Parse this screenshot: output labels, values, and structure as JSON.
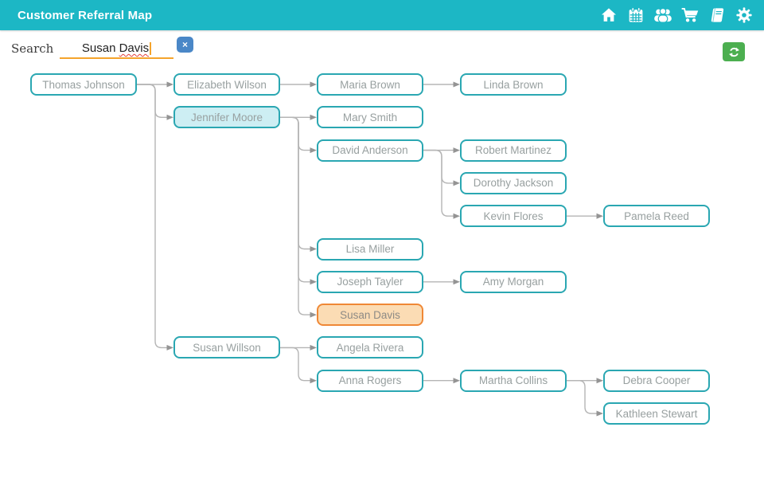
{
  "header": {
    "title": "Customer Referral Map",
    "icons": [
      "home",
      "calendar",
      "users",
      "cart",
      "book",
      "gear"
    ]
  },
  "toolbar": {
    "search_label": "Search",
    "search_value": "Susan Davis",
    "search_value_normal": "Susan ",
    "search_value_misspelled": "Davis",
    "clear_button_glyph": "×"
  },
  "colors": {
    "header_bg": "#1cb7c5",
    "node_border": "#2aa7b2",
    "node_text": "#98a0a0",
    "selected_fill": "#cdeef3",
    "highlight_border": "#ef8836",
    "highlight_fill": "#fbdcb4",
    "connector": "#b5b5b5",
    "search_underline": "#f5a42c",
    "clear_button_bg": "#4a87c7",
    "refresh_button_bg": "#4caf50"
  },
  "tree": {
    "nodes": [
      {
        "id": "thomas-johnson",
        "label": "Thomas Johnson",
        "col": 0,
        "row": 0,
        "state": "default"
      },
      {
        "id": "elizabeth-wilson",
        "label": "Elizabeth Wilson",
        "col": 1,
        "row": 0,
        "state": "default"
      },
      {
        "id": "maria-brown",
        "label": "Maria Brown",
        "col": 2,
        "row": 0,
        "state": "default"
      },
      {
        "id": "linda-brown",
        "label": "Linda Brown",
        "col": 3,
        "row": 0,
        "state": "default"
      },
      {
        "id": "jennifer-moore",
        "label": "Jennifer Moore",
        "col": 1,
        "row": 1,
        "state": "selected"
      },
      {
        "id": "mary-smith",
        "label": "Mary Smith",
        "col": 2,
        "row": 1,
        "state": "default"
      },
      {
        "id": "david-anderson",
        "label": "David Anderson",
        "col": 2,
        "row": 2,
        "state": "default"
      },
      {
        "id": "robert-martinez",
        "label": "Robert Martinez",
        "col": 3,
        "row": 2,
        "state": "default"
      },
      {
        "id": "dorothy-jackson",
        "label": "Dorothy Jackson",
        "col": 3,
        "row": 3,
        "state": "default"
      },
      {
        "id": "kevin-flores",
        "label": "Kevin Flores",
        "col": 3,
        "row": 4,
        "state": "default"
      },
      {
        "id": "pamela-reed",
        "label": "Pamela Reed",
        "col": 4,
        "row": 4,
        "state": "default"
      },
      {
        "id": "lisa-miller",
        "label": "Lisa Miller",
        "col": 2,
        "row": 5,
        "state": "default"
      },
      {
        "id": "joseph-tayler",
        "label": "Joseph Tayler",
        "col": 2,
        "row": 6,
        "state": "default"
      },
      {
        "id": "amy-morgan",
        "label": "Amy Morgan",
        "col": 3,
        "row": 6,
        "state": "default"
      },
      {
        "id": "susan-davis",
        "label": "Susan Davis",
        "col": 2,
        "row": 7,
        "state": "highlighted"
      },
      {
        "id": "susan-willson",
        "label": "Susan Willson",
        "col": 1,
        "row": 8,
        "state": "default"
      },
      {
        "id": "angela-rivera",
        "label": "Angela Rivera",
        "col": 2,
        "row": 8,
        "state": "default"
      },
      {
        "id": "anna-rogers",
        "label": "Anna Rogers",
        "col": 2,
        "row": 9,
        "state": "default"
      },
      {
        "id": "martha-collins",
        "label": "Martha Collins",
        "col": 3,
        "row": 9,
        "state": "default"
      },
      {
        "id": "debra-cooper",
        "label": "Debra Cooper",
        "col": 4,
        "row": 9,
        "state": "default"
      },
      {
        "id": "kathleen-stewart",
        "label": "Kathleen Stewart",
        "col": 4,
        "row": 10,
        "state": "default"
      }
    ],
    "edges": [
      [
        "thomas-johnson",
        "elizabeth-wilson"
      ],
      [
        "thomas-johnson",
        "jennifer-moore"
      ],
      [
        "thomas-johnson",
        "susan-willson"
      ],
      [
        "elizabeth-wilson",
        "maria-brown"
      ],
      [
        "maria-brown",
        "linda-brown"
      ],
      [
        "jennifer-moore",
        "mary-smith"
      ],
      [
        "jennifer-moore",
        "david-anderson"
      ],
      [
        "jennifer-moore",
        "lisa-miller"
      ],
      [
        "jennifer-moore",
        "joseph-tayler"
      ],
      [
        "jennifer-moore",
        "susan-davis"
      ],
      [
        "david-anderson",
        "robert-martinez"
      ],
      [
        "david-anderson",
        "dorothy-jackson"
      ],
      [
        "david-anderson",
        "kevin-flores"
      ],
      [
        "kevin-flores",
        "pamela-reed"
      ],
      [
        "joseph-tayler",
        "amy-morgan"
      ],
      [
        "susan-willson",
        "angela-rivera"
      ],
      [
        "susan-willson",
        "anna-rogers"
      ],
      [
        "anna-rogers",
        "martha-collins"
      ],
      [
        "martha-collins",
        "debra-cooper"
      ],
      [
        "martha-collins",
        "kathleen-stewart"
      ]
    ]
  }
}
